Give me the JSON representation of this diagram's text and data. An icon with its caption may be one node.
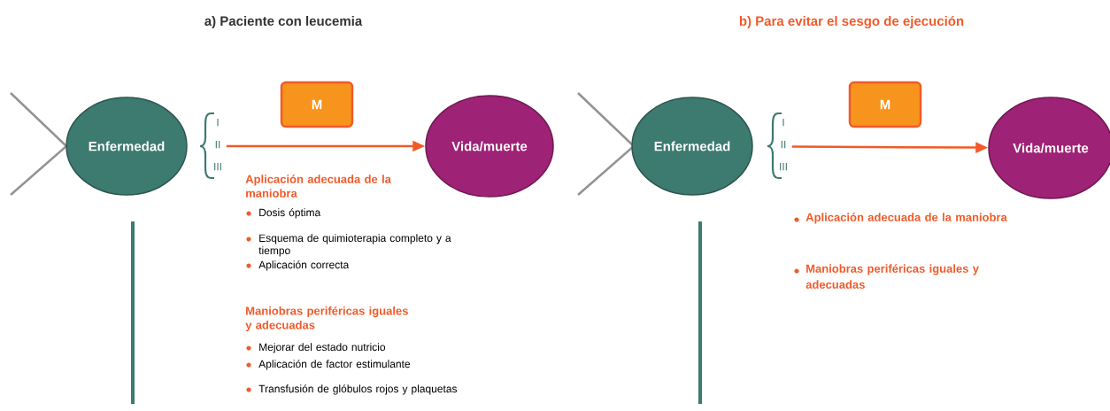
{
  "diagram": {
    "nodes": [
      {
        "text": [
          "Enfermedad"
        ]
      },
      {
        "text": [
          "M"
        ]
      },
      {
        "text": [
          "Vida/muerte"
        ]
      },
      {
        "text": [
          "Enfermedad"
        ]
      },
      {
        "text": [
          "M"
        ]
      },
      {
        "text": [
          "Vida/muerte"
        ]
      }
    ],
    "edges": [
      {
        "from": 0,
        "to": 2,
        "arrow": "to"
      },
      {
        "from": 3,
        "to": 5,
        "arrow": "to"
      }
    ],
    "labels": [
      "a) Paciente con leucemia",
      "b) Para evitar el sesgo de ejecución",
      "I",
      "II",
      "III",
      "Aplicación adecuada de la maniobra",
      "Dosis óptima",
      "Esquema de quimioterapia completo y a tiempo",
      "Aplicación correcta",
      "Maniobras periféricas iguales y adecuadas",
      "Mejorar del estado nutricio",
      "Aplicación de factor estimulante",
      "Transfusión de glóbulos rojos y plaquetas",
      "I",
      "II",
      "III",
      "Aplicación adecuada de la maniobra",
      "Maniobras periféricas iguales y adecuadas"
    ]
  }
}
